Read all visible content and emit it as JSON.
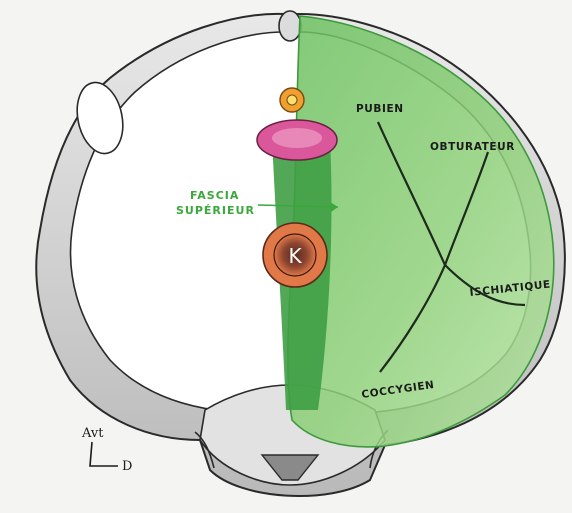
{
  "labels": {
    "pubien": "PUBIEN",
    "obturateur": "OBTURATEUR",
    "ischiatique": "ISCHIATIQUE",
    "coccygien": "COCCYGIEN",
    "fascia_line1": "FASCIA",
    "fascia_line2": "SUPÉRIEUR"
  },
  "orientation": {
    "anterior": "Avt",
    "right": "D"
  },
  "colors": {
    "background": "#f4f4f2",
    "bone_fill": "#c9c9c9",
    "bone_light": "#e6e6e6",
    "outline": "#2a2a2a",
    "levator_green": "#8fd07a",
    "levator_dark": "#4aa94a",
    "rectum_outer": "#d8643e",
    "rectum_inner": "#7a3d2a",
    "vagina_pink": "#d9579a",
    "urethra_orange": "#f0a030",
    "fascia_text": "#3aa83a"
  },
  "icons": {
    "rectum_symbol": "K"
  }
}
